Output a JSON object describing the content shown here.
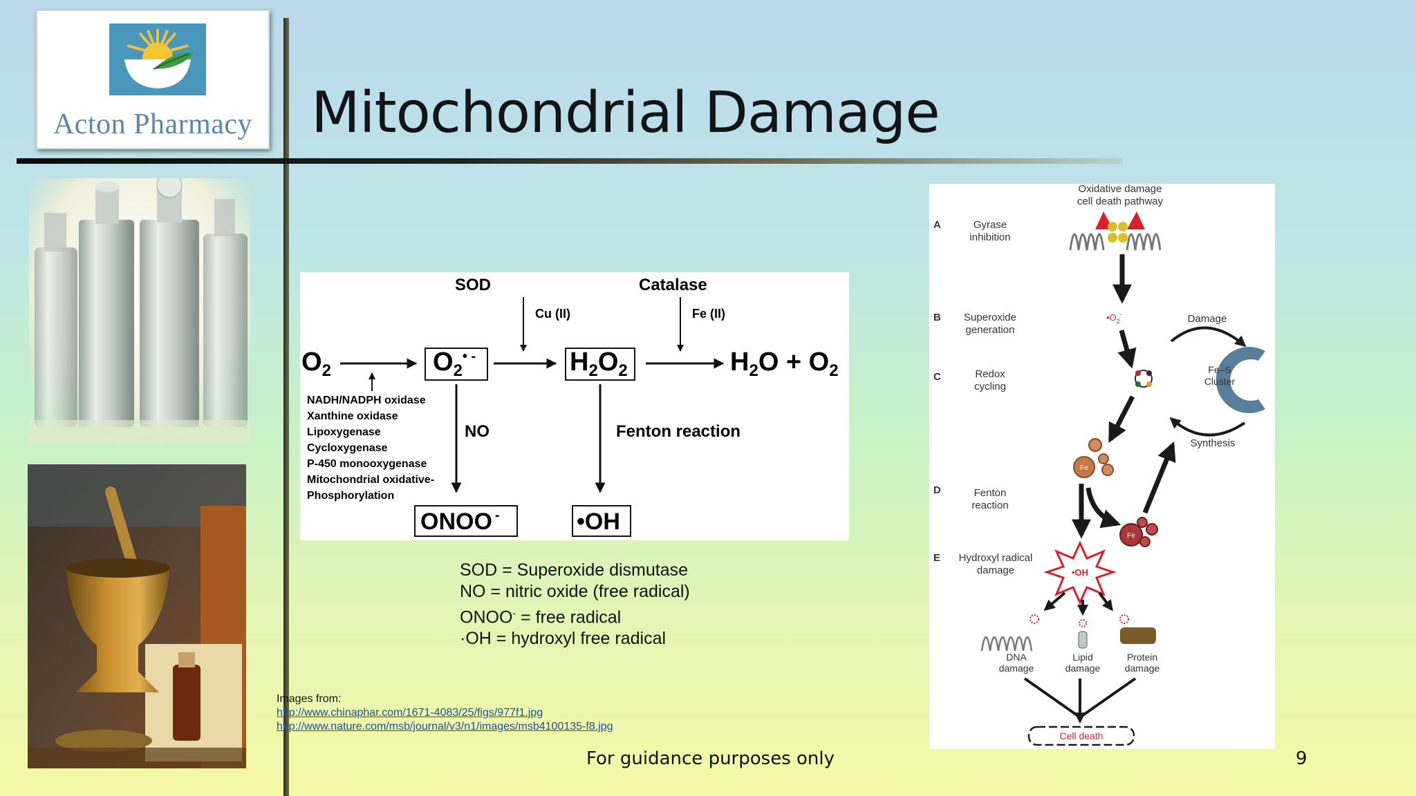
{
  "slide": {
    "title": "Mitochondrial Damage",
    "logo_text": "Acton Pharmacy",
    "footer": "For guidance purposes only",
    "page_number": "9"
  },
  "ros_diagram": {
    "o2": "O",
    "o2_sub": "2",
    "superoxide": "O",
    "superoxide_sub": "2",
    "superoxide_sup": "• -",
    "h2o2_h": "H",
    "h2o2_s1": "2",
    "h2o2_o": "O",
    "h2o2_s2": "2",
    "products_a": "H",
    "products_s1": "2",
    "products_b": "O + O",
    "products_s2": "2",
    "sod": "SOD",
    "cu": "Cu (II)",
    "catalase": "Catalase",
    "fe": "Fe (II)",
    "no": "NO",
    "fenton": "Fenton reaction",
    "onoo": "ONOO",
    "onoo_sup": "-",
    "oh": "•OH",
    "sources": [
      "NADH/NADPH oxidase",
      "Xanthine oxidase",
      "Lipoxygenase",
      "Cycloxygenase",
      "P-450 monooxygenase",
      "Mitochondrial oxidative-",
      "Phosphorylation"
    ]
  },
  "legend": {
    "line1": "SOD = Superoxide dismutase",
    "line2": "NO = nitric oxide (free radical)",
    "line3_a": "ONOO",
    "line3_sup": "-",
    "line3_b": " = free radical",
    "line4": "·OH = hydroxyl free radical"
  },
  "image_sources": {
    "label": "Images from:",
    "link1": "http://www.chinaphar.com/1671-4083/25/figs/977f1.jpg",
    "link2": "http://www.nature.com/msb/journal/v3/n1/images/msb4100135-f8.jpg"
  },
  "pathway_diagram": {
    "header1": "Oxidative damage",
    "header2": "cell death pathway",
    "steps": [
      {
        "letter": "A",
        "line1": "Gyrase",
        "line2": "inhibition"
      },
      {
        "letter": "B",
        "line1": "Superoxide",
        "line2": "generation"
      },
      {
        "letter": "C",
        "line1": "Redox",
        "line2": "cycling"
      },
      {
        "letter": "D",
        "line1": "Fenton",
        "line2": "reaction"
      },
      {
        "letter": "E",
        "line1": "Hydroxyl radical",
        "line2": "damage"
      }
    ],
    "superoxide_label": "•O",
    "superoxide_sub": "2",
    "superoxide_sup": "-",
    "damage": "Damage",
    "synthesis": "Synthesis",
    "cluster1": "Fe–S",
    "cluster2": "Cluster",
    "oh": "•OH",
    "fe2": "Fe",
    "fe3": "Fe",
    "dna1": "DNA",
    "dna2": "damage",
    "lipid1": "Lipid",
    "lipid2": "damage",
    "protein1": "Protein",
    "protein2": "damage",
    "cell_death": "Cell death"
  }
}
